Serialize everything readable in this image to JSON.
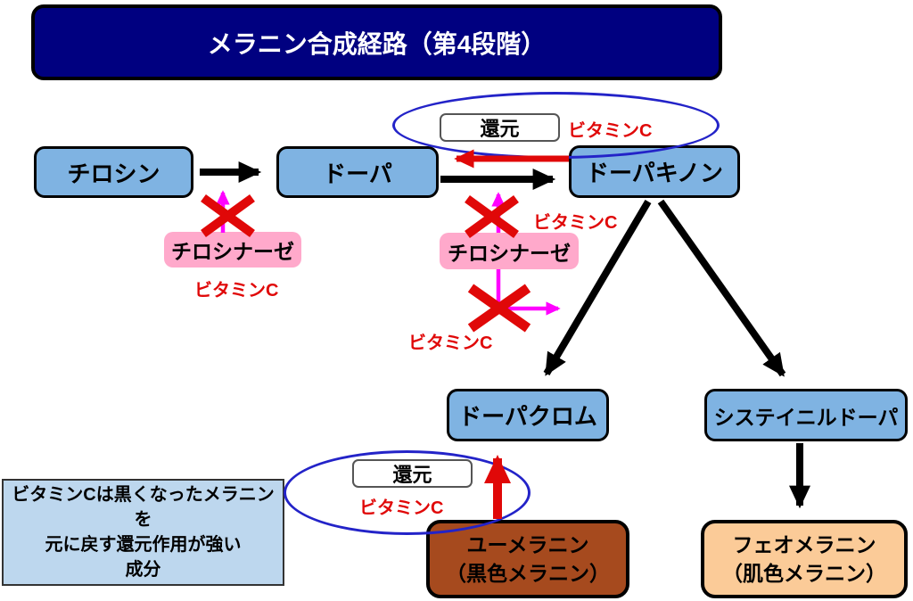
{
  "title": "メラニン合成経路（第4段階）",
  "nodes": {
    "tyrosine": {
      "label": "チロシン"
    },
    "dopa": {
      "label": "ドーパ"
    },
    "dopaquinone": {
      "label": "ドーパキノン"
    },
    "dopachrome": {
      "label": "ドーパクロム"
    },
    "cysteinyl_dopa": {
      "label": "システイニルドーパ"
    },
    "eumelanin": {
      "line1": "ユーメラニン",
      "line2": "（黒色メラニン）"
    },
    "pheomelanin": {
      "line1": "フェオメラニン",
      "line2": "（肌色メラニン）"
    }
  },
  "enzymes": {
    "tyrosinase_1": {
      "label": "チロシナーゼ"
    },
    "tyrosinase_2": {
      "label": "チロシナーゼ"
    }
  },
  "reduction": {
    "top": "還元",
    "bottom": "還元"
  },
  "vitamin_c": {
    "top_ellipse": "ビタミンC",
    "beside_block_2": "ビタミンC",
    "below_tyrosinase_1": "ビタミンC",
    "below_block_3": "ビタミンC",
    "bottom_ellipse": "ビタミンC"
  },
  "note": {
    "line1": "ビタミンCは黒くなったメラニンを",
    "line2": "元に戻す還元作用が強い",
    "line3": "成分"
  },
  "colors": {
    "title_bg": "#000080",
    "node_blue": "#7FB3E2",
    "enzyme_pink": "#FFA9CB",
    "accent_red": "#E00808",
    "inhibit_magenta": "#FF00FF",
    "ellipse_blue": "#2323C8",
    "eumelanin_brown": "#A64A1E",
    "pheomelanin_peach": "#FBCB98",
    "note_bg": "#BDD7EE"
  }
}
